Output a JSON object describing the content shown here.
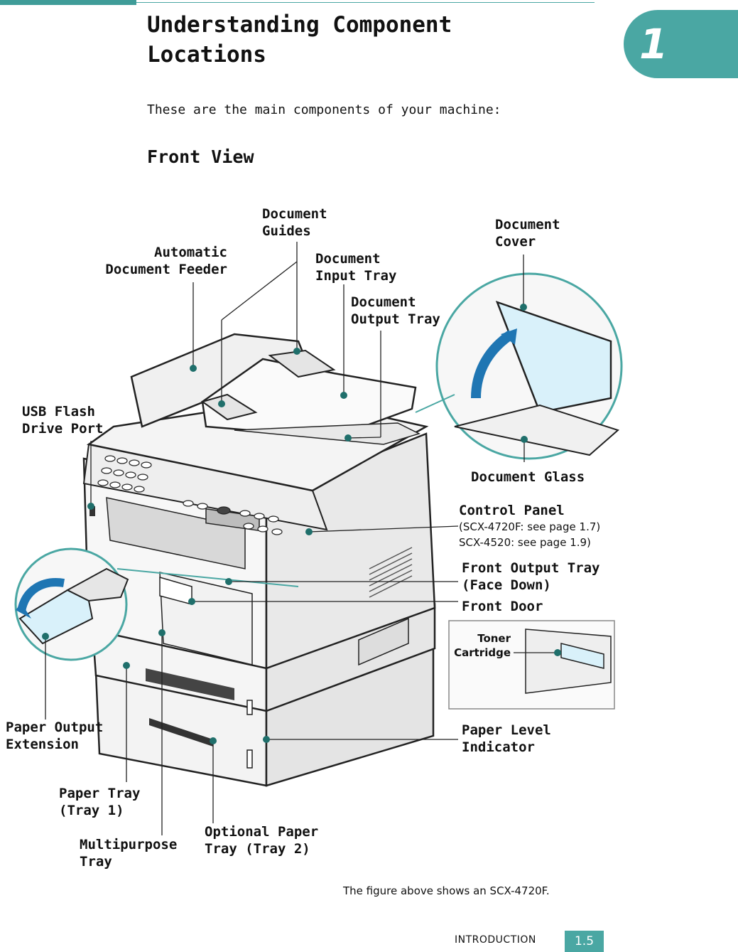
{
  "page": {
    "chapter_number": "1",
    "title": "Understanding Component Locations",
    "intro": "These are the main components of your machine:",
    "section_heading": "Front View",
    "caption": "The figure above shows an SCX-4720F.",
    "footer_section": "INTRODUCTION",
    "footer_page": "1.5"
  },
  "labels": {
    "automatic_document_feeder": "Automatic\nDocument Feeder",
    "document_guides": "Document\nGuides",
    "document_input_tray": "Document\nInput Tray",
    "document_output_tray": "Document\nOutput Tray",
    "document_cover": "Document\nCover",
    "document_glass": "Document Glass",
    "usb_flash_drive_port": "USB Flash\nDrive Port",
    "control_panel": "Control Panel",
    "control_panel_ref": "(SCX-4720F: see page 1.7)\n SCX-4520: see page 1.9)",
    "front_output_tray": "Front Output Tray\n(Face Down)",
    "front_door": "Front Door",
    "toner_cartridge": "Toner\nCartridge",
    "paper_output_extension": "Paper Output\nExtension",
    "paper_level_indicator": "Paper Level\nIndicator",
    "paper_tray": "Paper Tray\n(Tray 1)",
    "multipurpose_tray": "Multipurpose\nTray",
    "optional_paper_tray": "Optional Paper\nTray (Tray 2)"
  },
  "colors": {
    "accent": "#4aa7a3",
    "accent_dark": "#3f9c98",
    "callout_dot": "#1f6f6b",
    "inset_glass": "#d9f1fa",
    "arrow_blue": "#1f76b3"
  }
}
